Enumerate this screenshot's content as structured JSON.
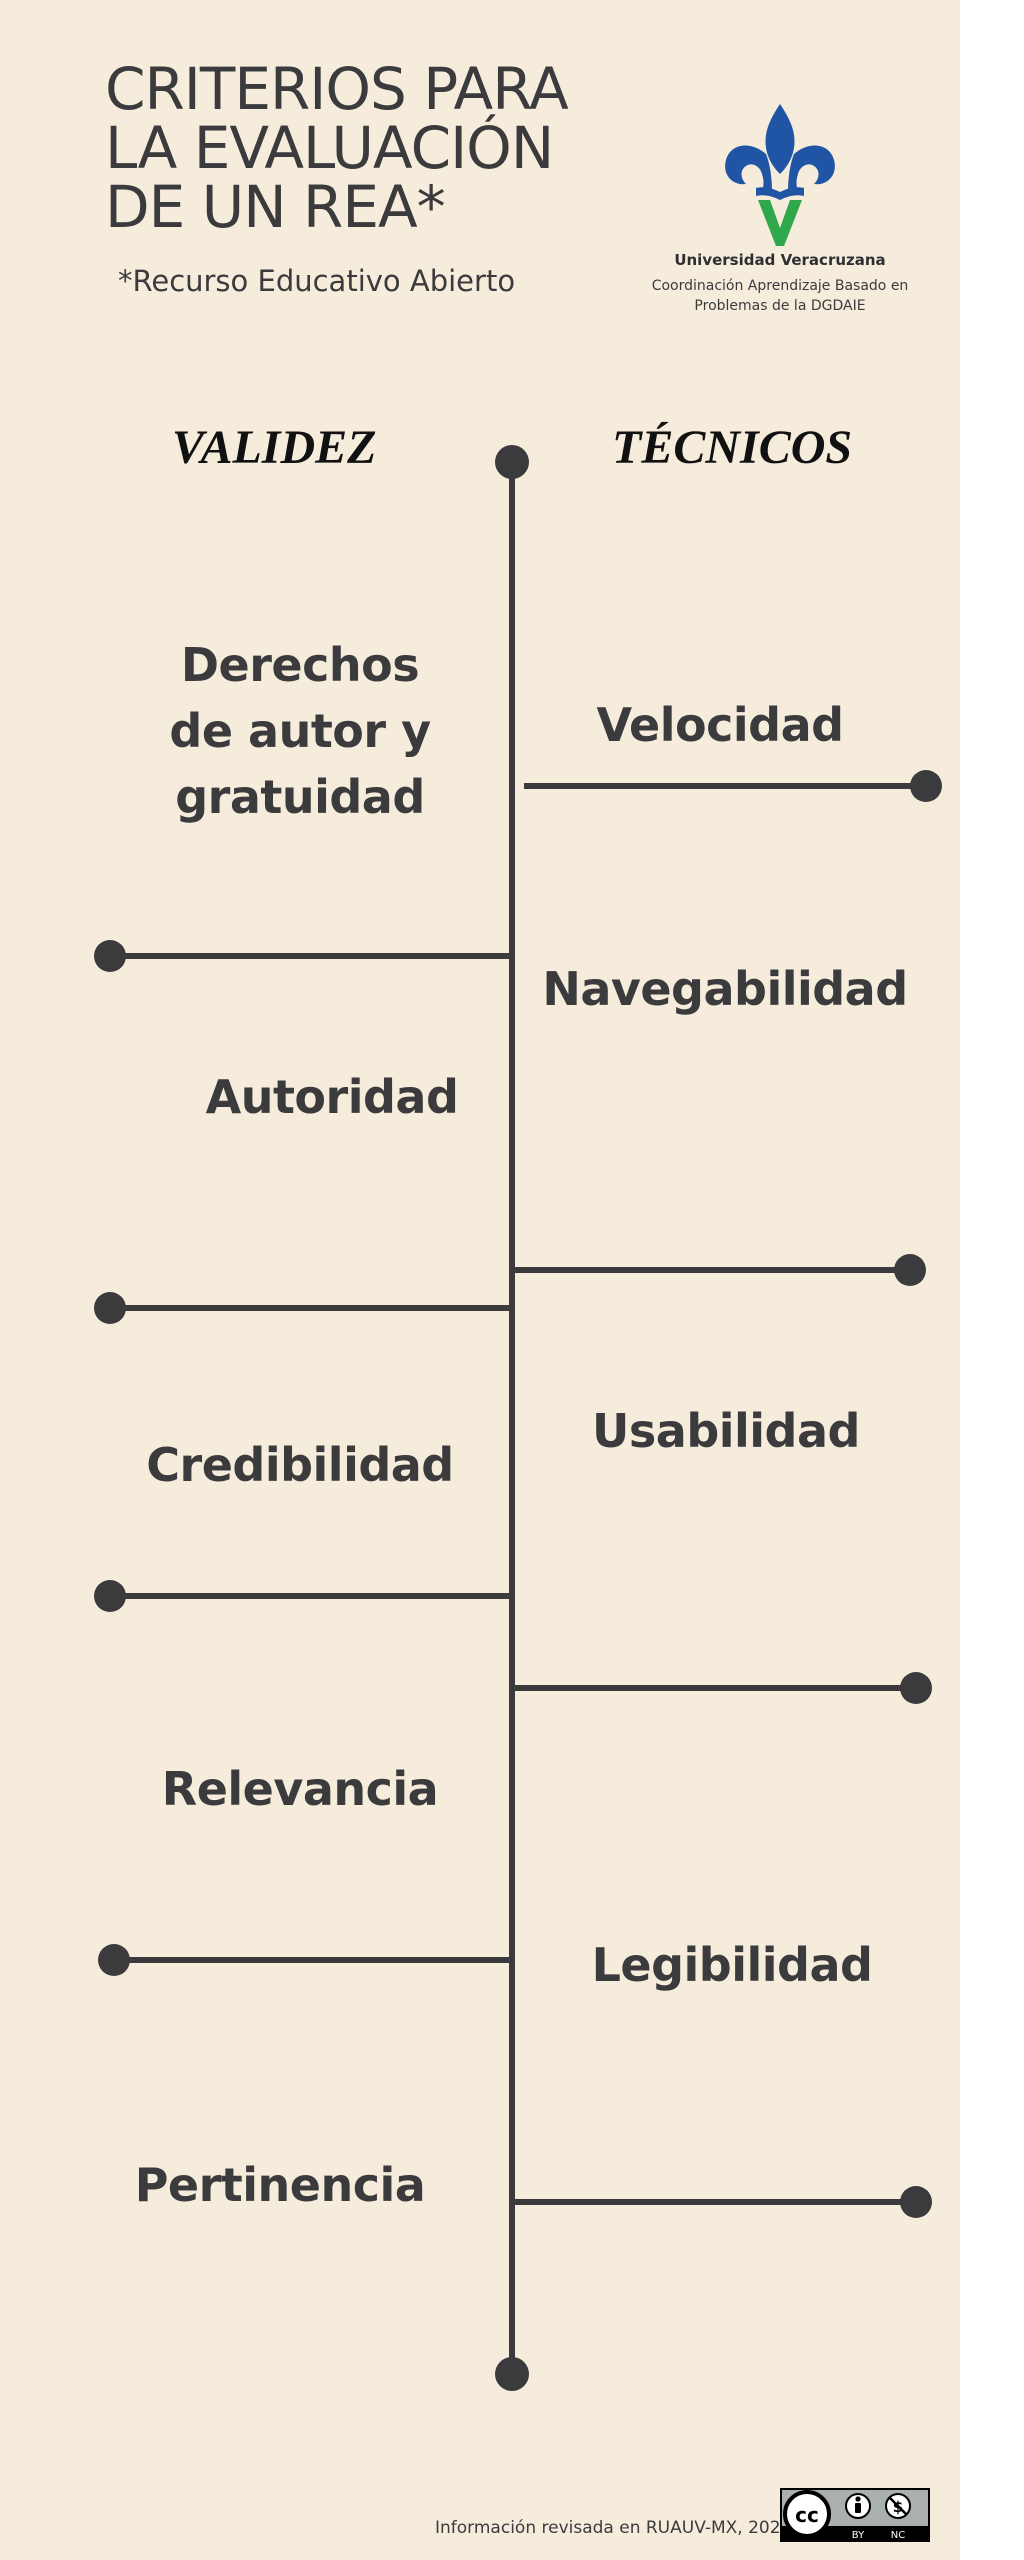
{
  "header": {
    "title": "CRITERIOS PARA\nLA  EVALUACIÓN\nDE UN REA*",
    "subtitle": "*Recurso Educativo Abierto"
  },
  "institution": {
    "name": "Universidad Veracruzana",
    "dept_line1": "Coordinación Aprendizaje Basado en",
    "dept_line2": "Problemas de la DGDAIE"
  },
  "columns": {
    "left": "VALIDEZ",
    "right": "TÉCNICOS"
  },
  "validez": [
    "Derechos\nde autor y\ngratuidad",
    "Autoridad",
    "Credibilidad",
    "Relevancia",
    "Pertinencia"
  ],
  "tecnicos": [
    "Velocidad",
    "Navegabilidad",
    "Usabilidad",
    "Legibilidad"
  ],
  "footer": {
    "source": "Información revisada en RUAUV-MX, 2020",
    "license": {
      "cc": "cc",
      "by": "BY",
      "nc": "NC"
    }
  },
  "colors": {
    "background": "#f5ecdc",
    "ink": "#3b3b3e",
    "logo_blue": "#1f55a4",
    "logo_green": "#2ea84a"
  }
}
